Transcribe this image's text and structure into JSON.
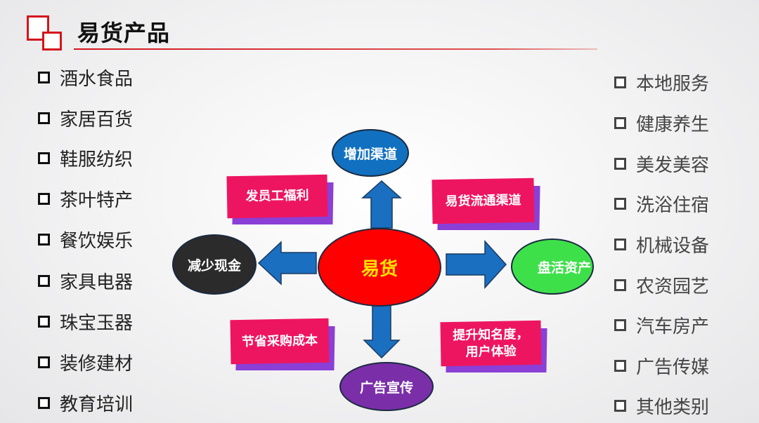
{
  "header": {
    "title": "易货产品"
  },
  "left_list": [
    "酒水食品",
    "家居百货",
    "鞋服纺织",
    "茶叶特产",
    "餐饮娱乐",
    "家具电器",
    "珠宝玉器",
    "装修建材",
    "教育培训"
  ],
  "right_list": [
    "本地服务",
    "健康养生",
    "美发美容",
    "洗浴住宿",
    "机械设备",
    "农资园艺",
    "汽车房产",
    "广告传媒",
    "其他类别"
  ],
  "diagram": {
    "center": "易货",
    "top": "增加渠道",
    "left": "减少现金",
    "right": "盘活资产",
    "bottom": "广告宣传",
    "card_top_left": "发员工福利",
    "card_top_right": "易货流通渠道",
    "card_bottom_left": "节省采购成本",
    "card_bottom_right_line1": "提升知名度，",
    "card_bottom_right_line2": "用户体验"
  },
  "colors": {
    "accent": "#d4141c",
    "center": "#ff0000",
    "center_text": "#ffe600",
    "top": "#1170c0",
    "left": "#2b2b2b",
    "right": "#3ee04a",
    "bottom": "#7a2fa8",
    "card": "#ee1560",
    "card_shadow": "#8a3fd6",
    "arrow": "#1a6fc0"
  }
}
